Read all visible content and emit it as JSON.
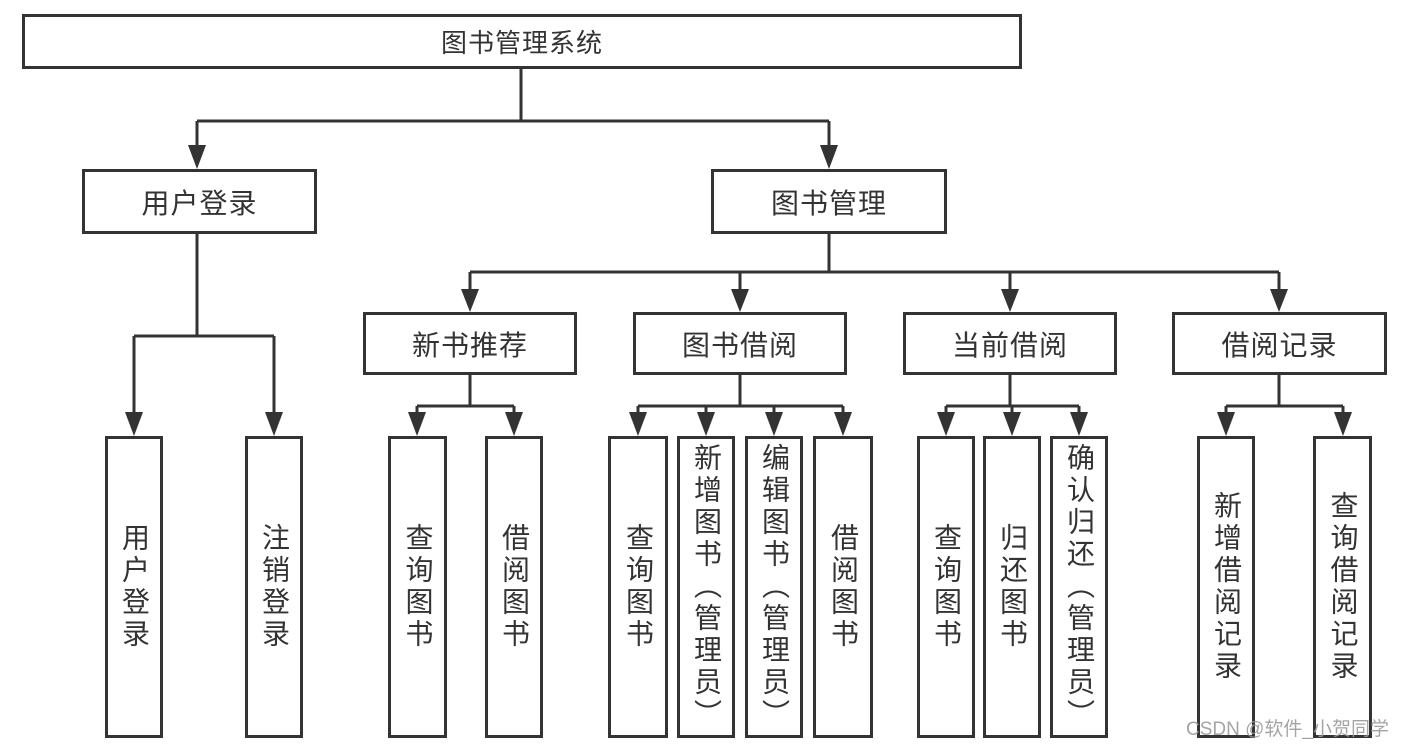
{
  "title": "图书管理系统",
  "level1": {
    "user_login": "用户登录",
    "book_mgmt": "图书管理"
  },
  "level2": {
    "new_books": "新书推荐",
    "book_borrow": "图书借阅",
    "current_borrow": "当前借阅",
    "borrow_records": "借阅记录"
  },
  "leaves": {
    "user_login": [
      "用户登录",
      "注销登录"
    ],
    "new_books": [
      "查询图书",
      "借阅图书"
    ],
    "book_borrow": [
      "查询图书",
      "新增图书（管理员）",
      "编辑图书（管理员）",
      "借阅图书"
    ],
    "current_borrow": [
      "查询图书",
      "归还图书",
      "确认归还（管理员）"
    ],
    "borrow_records": [
      "新增借阅记录",
      "查询借阅记录"
    ]
  },
  "watermark": "CSDN @软件_小贺同学",
  "colors": {
    "line": "#333333",
    "text": "#333333",
    "watermark": "#9b9b9b",
    "background": "#ffffff"
  }
}
